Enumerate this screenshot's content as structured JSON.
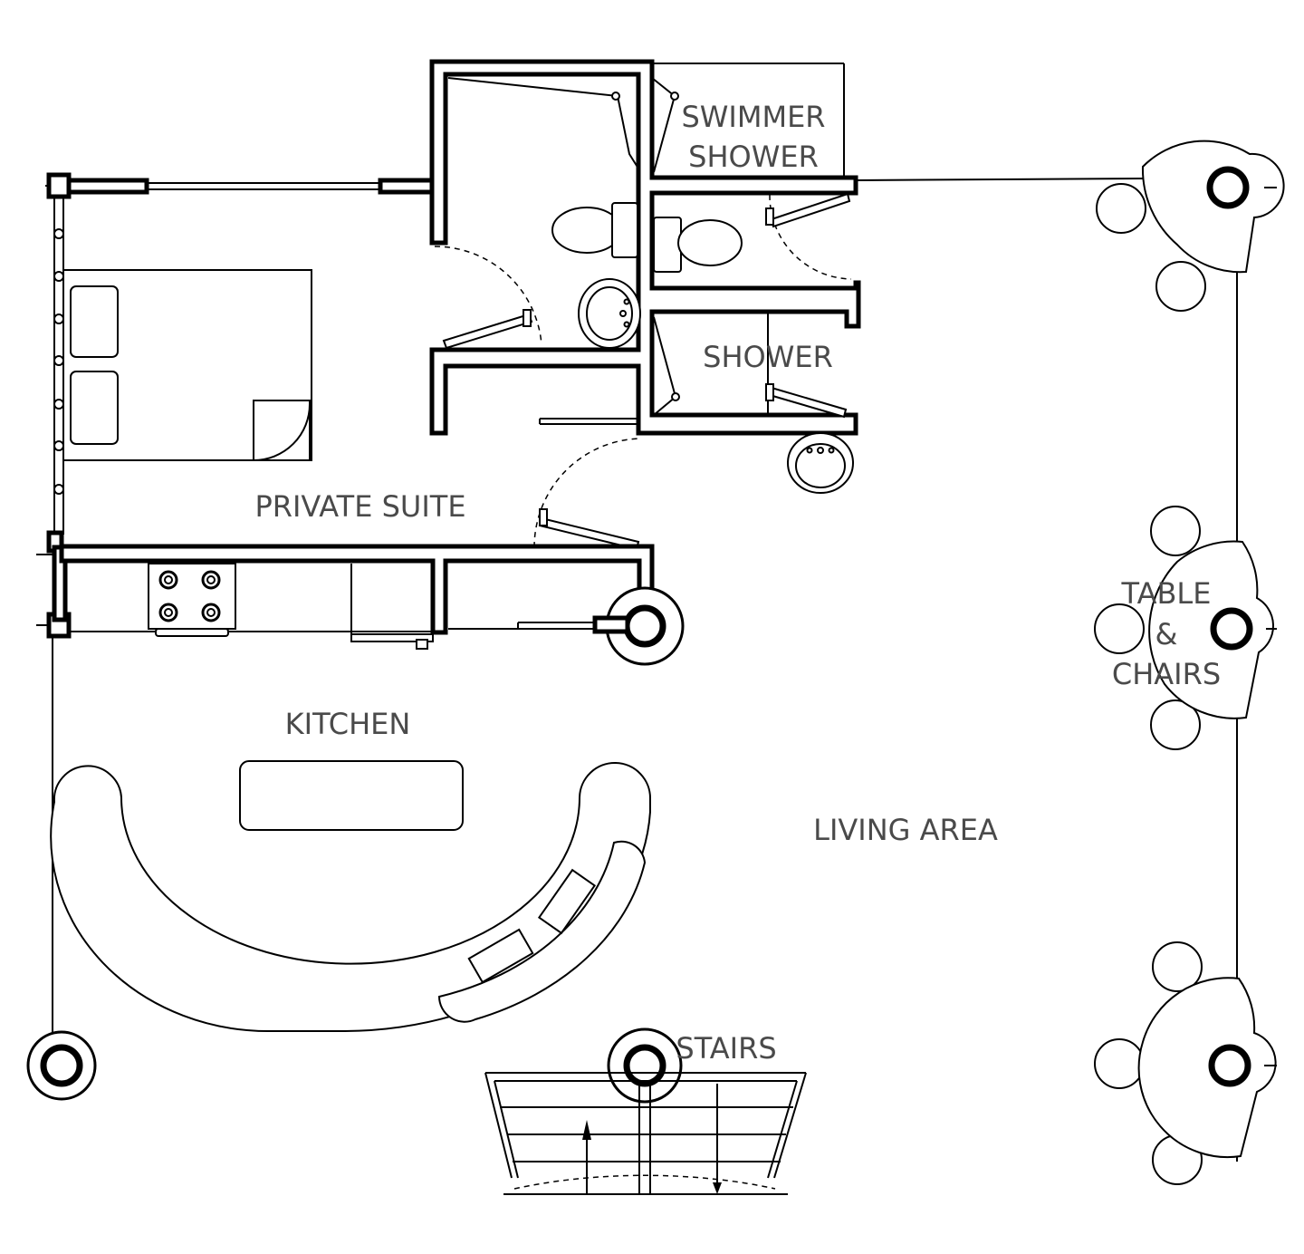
{
  "labels": {
    "swimmer_shower_line1": "SWIMMER",
    "swimmer_shower_line2": "SHOWER",
    "shower": "SHOWER",
    "private_suite": "PRIVATE SUITE",
    "kitchen": "KITCHEN",
    "living_area": "LIVING AREA",
    "stairs": "STAIRS",
    "table_line1": "TABLE",
    "table_line2": "&",
    "table_line3": "CHAIRS"
  }
}
